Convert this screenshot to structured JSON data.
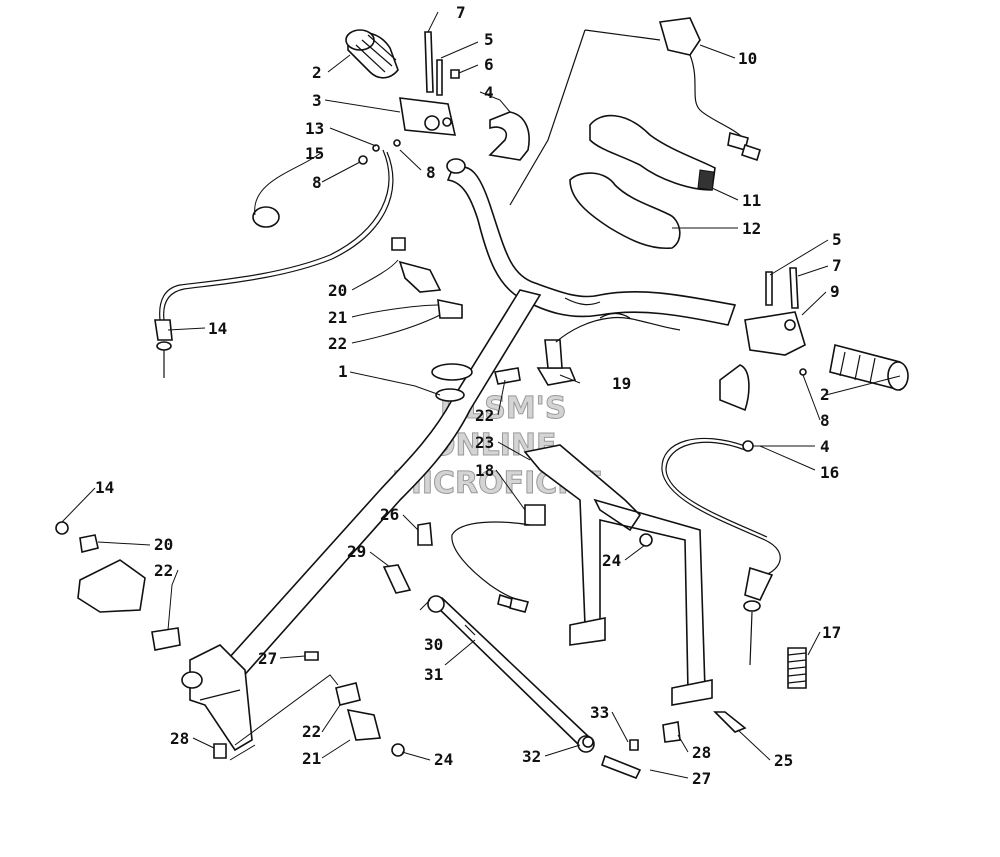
{
  "watermark": {
    "lines": [
      "HLSM'S",
      "ONLINE",
      "MICROFICHE"
    ],
    "color": "#d4d4d4"
  },
  "callouts": [
    {
      "id": "c7a",
      "text": "7"
    },
    {
      "id": "c5a",
      "text": "5"
    },
    {
      "id": "c6",
      "text": "6"
    },
    {
      "id": "c2a",
      "text": "2"
    },
    {
      "id": "c3",
      "text": "3"
    },
    {
      "id": "c4a",
      "text": "4"
    },
    {
      "id": "c13",
      "text": "13"
    },
    {
      "id": "c15",
      "text": "15"
    },
    {
      "id": "c8a",
      "text": "8"
    },
    {
      "id": "c8b",
      "text": "8"
    },
    {
      "id": "c10",
      "text": "10"
    },
    {
      "id": "c11",
      "text": "11"
    },
    {
      "id": "c12",
      "text": "12"
    },
    {
      "id": "c20a",
      "text": "20"
    },
    {
      "id": "c21a",
      "text": "21"
    },
    {
      "id": "c22a",
      "text": "22"
    },
    {
      "id": "c14a",
      "text": "14"
    },
    {
      "id": "c5b",
      "text": "5"
    },
    {
      "id": "c7b",
      "text": "7"
    },
    {
      "id": "c9",
      "text": "9"
    },
    {
      "id": "c1",
      "text": "1"
    },
    {
      "id": "c19",
      "text": "19"
    },
    {
      "id": "c2b",
      "text": "2"
    },
    {
      "id": "c8c",
      "text": "8"
    },
    {
      "id": "c22b",
      "text": "22"
    },
    {
      "id": "c23",
      "text": "23"
    },
    {
      "id": "c4b",
      "text": "4"
    },
    {
      "id": "c18",
      "text": "18"
    },
    {
      "id": "c16",
      "text": "16"
    },
    {
      "id": "c14b",
      "text": "14"
    },
    {
      "id": "c20b",
      "text": "20"
    },
    {
      "id": "c26",
      "text": "26"
    },
    {
      "id": "c29",
      "text": "29"
    },
    {
      "id": "c24a",
      "text": "24"
    },
    {
      "id": "c22c",
      "text": "22"
    },
    {
      "id": "c30",
      "text": "30"
    },
    {
      "id": "c27a",
      "text": "27"
    },
    {
      "id": "c31",
      "text": "31"
    },
    {
      "id": "c17",
      "text": "17"
    },
    {
      "id": "c33",
      "text": "33"
    },
    {
      "id": "c22d",
      "text": "22"
    },
    {
      "id": "c28a",
      "text": "28"
    },
    {
      "id": "c28b",
      "text": "28"
    },
    {
      "id": "c21b",
      "text": "21"
    },
    {
      "id": "c24b",
      "text": "24"
    },
    {
      "id": "c32",
      "text": "32"
    },
    {
      "id": "c27b",
      "text": "27"
    },
    {
      "id": "c25",
      "text": "25"
    }
  ]
}
